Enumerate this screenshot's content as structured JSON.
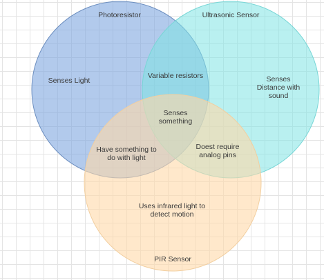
{
  "circles": [
    {
      "name": "Photoresistor",
      "color": "#7EA6E0",
      "stroke": "#6C8EBF"
    },
    {
      "name": "Ultrasonic Sensor",
      "color": "#7FE3E3",
      "stroke": "#78D6D6"
    },
    {
      "name": "PIR Sensor",
      "color": "#FFD8A8",
      "stroke": "#F2CFA0"
    }
  ],
  "regions": {
    "photoresistor_only": "Senses Light",
    "ultrasonic_only": "Senses Distance with\nsound",
    "pir_only": "Uses infrared light to\ndetect motion",
    "photo_ultrasonic": "Variable resistors",
    "photo_pir": "Have something to\ndo with light",
    "ultrasonic_pir": "Doest require\nanalog pins",
    "all_three": "Senses\nsomething"
  }
}
